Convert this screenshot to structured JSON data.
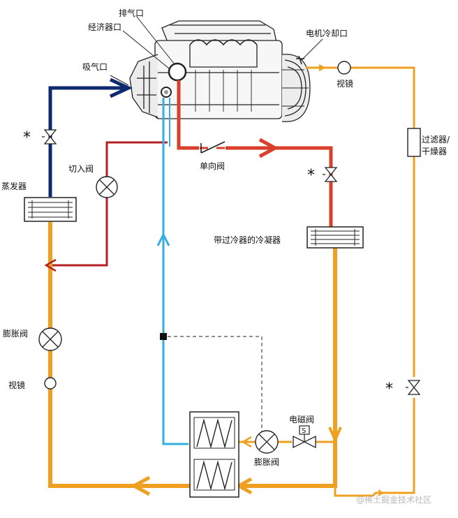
{
  "labels": {
    "exhaust_port": "排气口",
    "economizer_port": "经济器口",
    "suction_port": "吸气口",
    "motor_cooling_port": "电机冷却口",
    "sight_glass_top": "视镜",
    "filter_dryer_line1": "过滤器/",
    "filter_dryer_line2": "干燥器",
    "evaporator": "蒸发器",
    "cut_in_valve": "切入阀",
    "check_valve": "单向阀",
    "subcooled_condenser": "带过冷器的冷凝器",
    "expansion_valve_left": "膨胀阀",
    "sight_glass_left": "视镜",
    "solenoid_valve": "电磁阀",
    "solenoid_symbol": "S",
    "expansion_valve_bottom": "膨胀阀",
    "star_mark": "*"
  },
  "watermark": "@稀土掘金技术社区",
  "colors": {
    "orange": "#f0a020",
    "navy": "#0d2a6e",
    "red": "#d9402b",
    "dark_red": "#b52020",
    "cyan": "#35aee0",
    "black": "#111111"
  }
}
